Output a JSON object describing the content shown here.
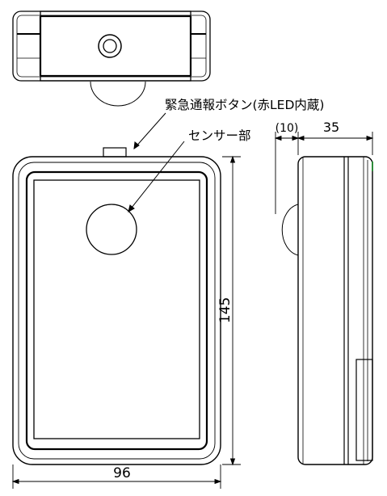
{
  "labels": {
    "button": "緊急通報ボタン(赤LED内蔵)",
    "sensor": "センサー部"
  },
  "dimensions": {
    "width": "96",
    "height": "145",
    "depth": "35",
    "sensor_protrusion": "(10)"
  },
  "colors": {
    "line": "#000000",
    "led_accent": "#2e8b3a"
  }
}
